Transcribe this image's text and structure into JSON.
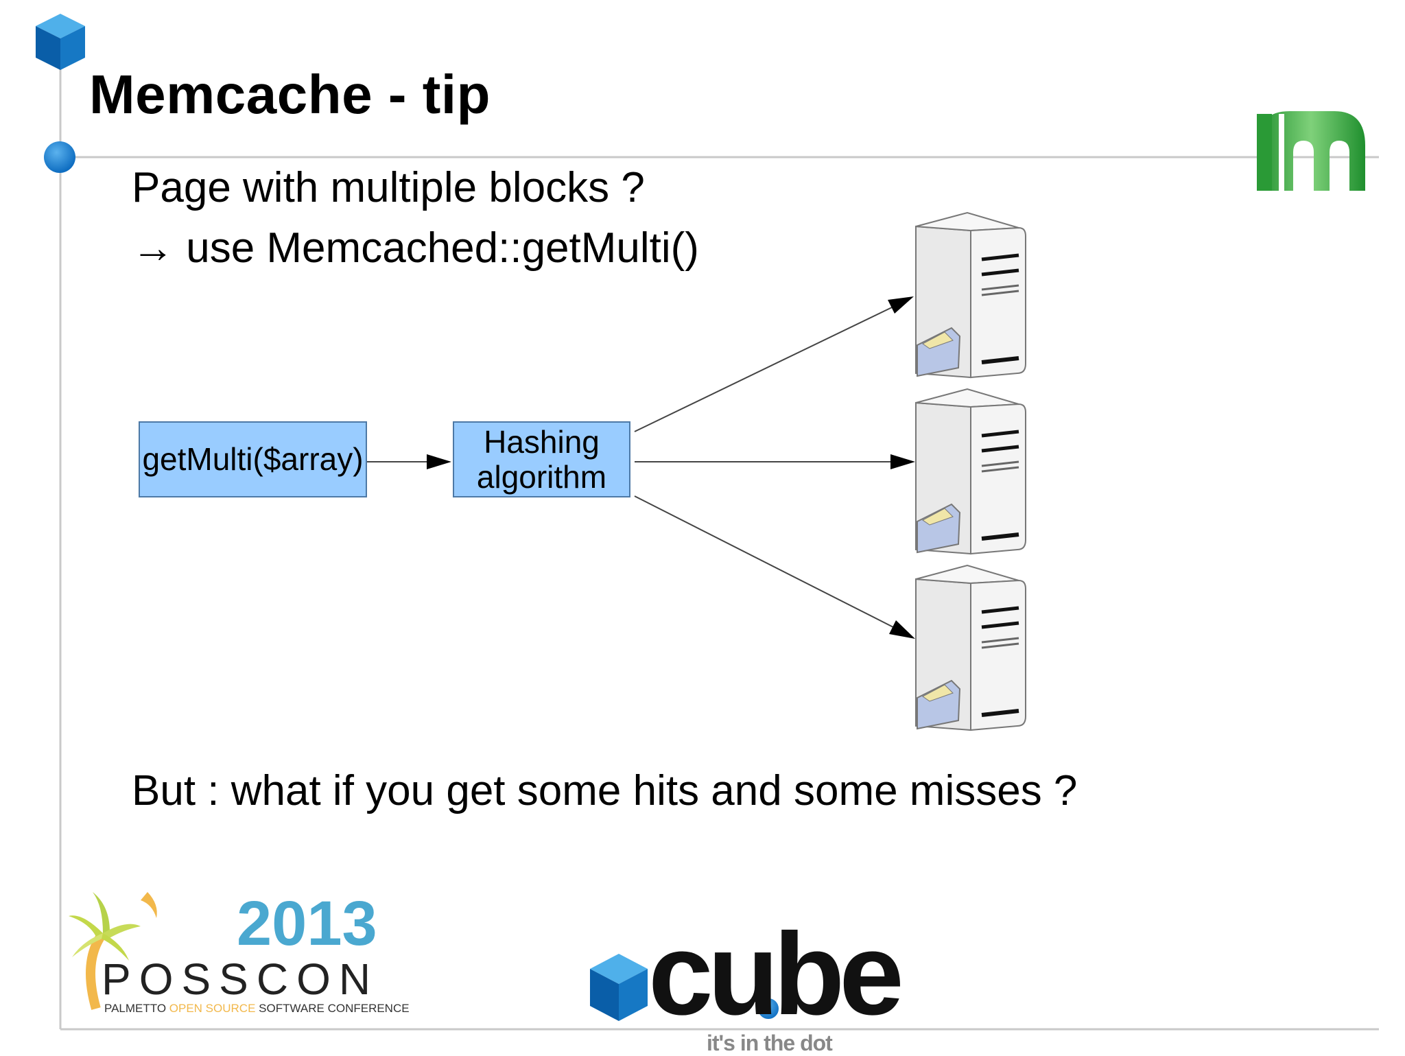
{
  "slide": {
    "title": "Memcache - tip",
    "bullets": [
      "Page with multiple blocks ?",
      "→ use Memcached::getMulti()",
      "But : what if you get some hits and some misses ?"
    ]
  },
  "diagram": {
    "call_box": "getMulti($array)",
    "hash_box_line1": "Hashing",
    "hash_box_line2": "algorithm",
    "server_count": 3
  },
  "footer": {
    "posscon_year": "2013",
    "posscon_name": "POSSCON",
    "posscon_sub_1": "PALMETTO ",
    "posscon_sub_2": "OPEN SOURCE",
    "posscon_sub_3": " SOFTWARE CONFERENCE",
    "cube_word": "cube",
    "cube_tagline": "it's in the dot"
  },
  "colors": {
    "box_fill": "#99ccff",
    "accent_blue": "#1a7fcf",
    "memcached_green": "#3aa843",
    "posscon_blue": "#4aa8d0"
  }
}
